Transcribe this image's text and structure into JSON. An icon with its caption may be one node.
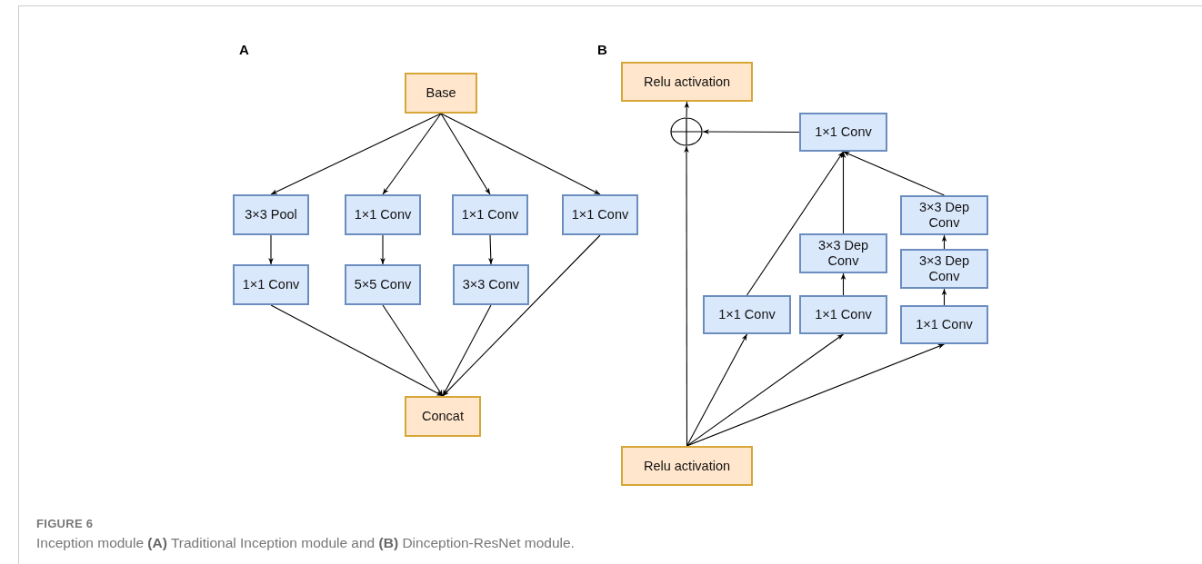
{
  "diagram": {
    "caption": "Inception module **(A)** Traditional Inception module and **(B)** Dinception-ResNet module.",
    "nodes": [
      {
        "text": [
          "Base"
        ]
      },
      {
        "text": [
          "3×3 Pool"
        ]
      },
      {
        "text": [
          "1×1 Conv"
        ]
      },
      {
        "text": [
          "1×1 Conv"
        ]
      },
      {
        "text": [
          "1×1 Conv"
        ]
      },
      {
        "text": [
          "1×1 Conv"
        ]
      },
      {
        "text": [
          "5×5 Conv"
        ]
      },
      {
        "text": [
          "3×3 Conv"
        ]
      },
      {
        "text": [
          "Concat"
        ]
      },
      {
        "text": [
          "Relu activation"
        ]
      },
      {
        "text": [],
        "shape": "circle"
      },
      {
        "text": [
          "1×1 Conv"
        ]
      },
      {
        "text": [
          "3×3 Dep Conv"
        ]
      },
      {
        "text": [
          "3×3 Dep Conv"
        ]
      },
      {
        "text": [
          "3×3 Dep Conv"
        ]
      },
      {
        "text": [
          "1×1 Conv"
        ]
      },
      {
        "text": [
          "1×1 Conv"
        ]
      },
      {
        "text": [
          "1×1 Conv"
        ]
      },
      {
        "text": [
          "Relu activation"
        ]
      }
    ],
    "edges": [
      {
        "from": 0,
        "to": 1,
        "arrow": "to"
      },
      {
        "from": 0,
        "to": 2,
        "arrow": "to"
      },
      {
        "from": 0,
        "to": 3,
        "arrow": "to"
      },
      {
        "from": 0,
        "to": 4,
        "arrow": "to"
      },
      {
        "from": 1,
        "to": 5,
        "arrow": "to"
      },
      {
        "from": 2,
        "to": 6,
        "arrow": "to"
      },
      {
        "from": 3,
        "to": 7,
        "arrow": "to"
      },
      {
        "from": 5,
        "to": 8,
        "arrow": "to"
      },
      {
        "from": 6,
        "to": 8,
        "arrow": "to"
      },
      {
        "from": 7,
        "to": 8,
        "arrow": "to"
      },
      {
        "from": 4,
        "to": 8,
        "arrow": "to"
      },
      {
        "from": 10,
        "to": 9,
        "arrow": "to"
      },
      {
        "from": 11,
        "to": 10,
        "arrow": "to"
      },
      {
        "from": 18,
        "to": 10,
        "arrow": "to"
      },
      {
        "from": 15,
        "to": 11,
        "arrow": "to"
      },
      {
        "from": 13,
        "to": 11,
        "arrow": "to"
      },
      {
        "from": 12,
        "to": 11,
        "arrow": "to"
      },
      {
        "from": 16,
        "to": 13,
        "arrow": "to"
      },
      {
        "from": 14,
        "to": 12,
        "arrow": "to"
      },
      {
        "from": 17,
        "to": 14,
        "arrow": "to"
      },
      {
        "from": 18,
        "to": 15,
        "arrow": "to"
      },
      {
        "from": 18,
        "to": 16,
        "arrow": "to"
      },
      {
        "from": 18,
        "to": 17,
        "arrow": "to"
      }
    ],
    "labels": [
      "A",
      "B",
      "FIGURE 6"
    ]
  }
}
